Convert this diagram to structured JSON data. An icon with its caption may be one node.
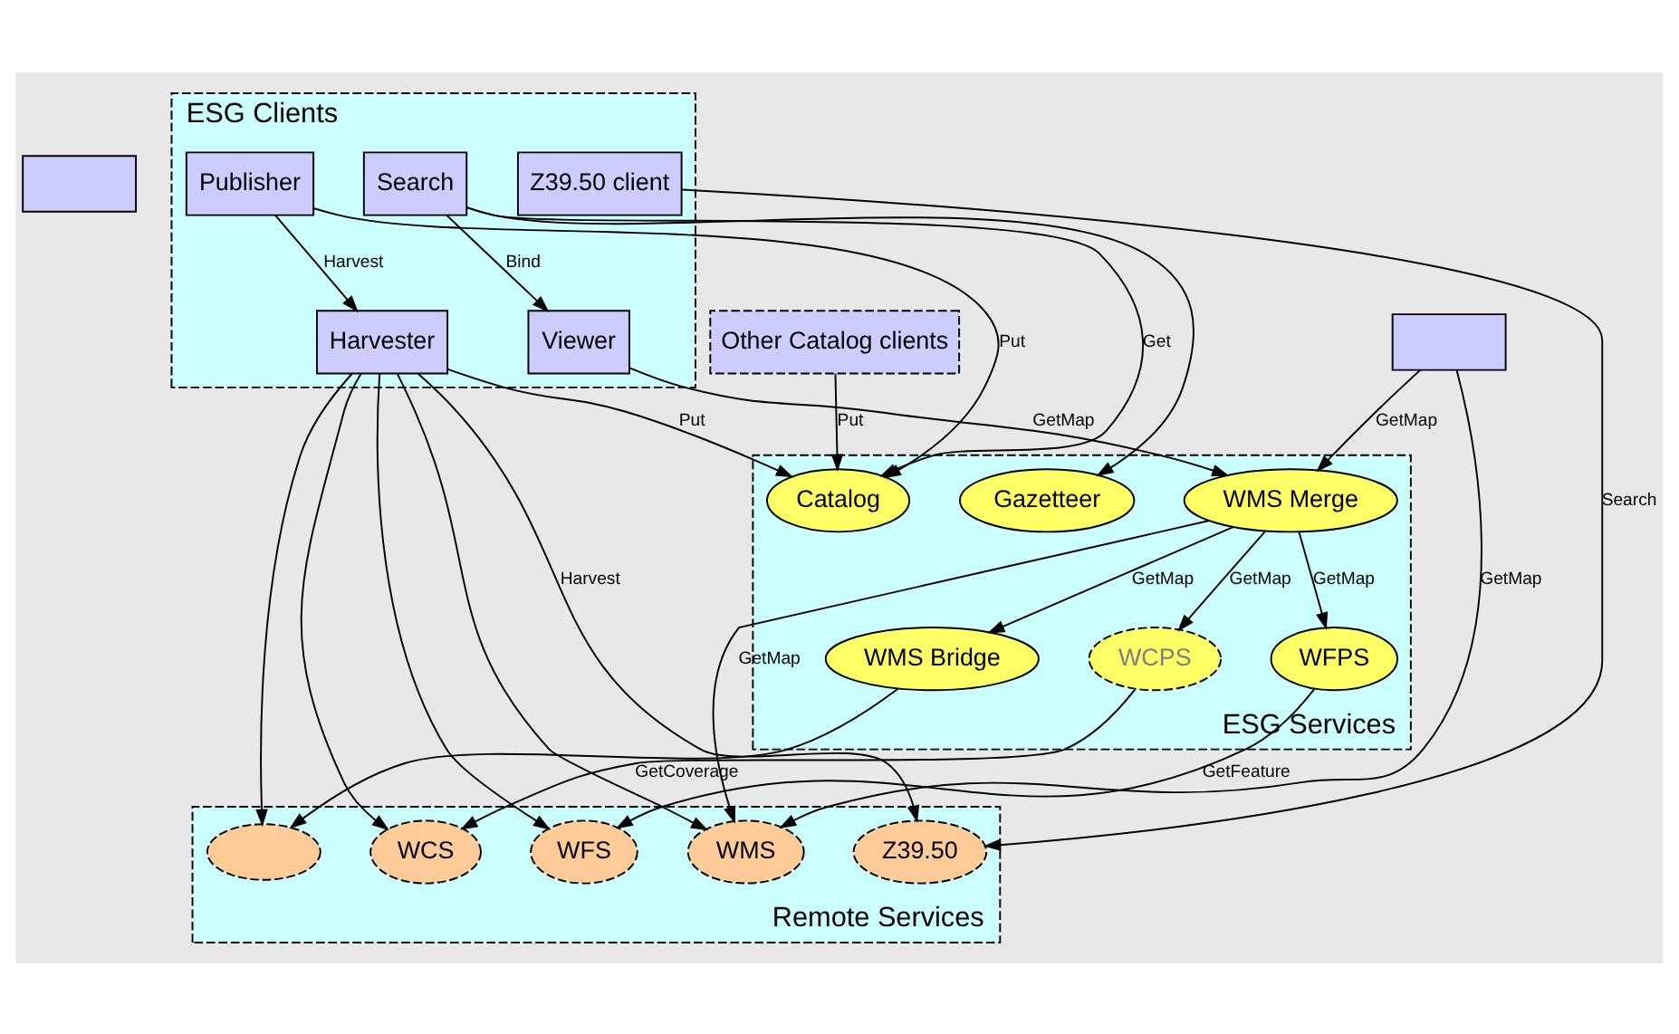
{
  "diagram": {
    "nodes": [
      {
        "text": [],
        "shape": "box"
      },
      {
        "text": [
          "ESG Clients"
        ]
      },
      {
        "text": [
          "Viewer"
        ],
        "in": 1
      },
      {
        "text": [
          "Search"
        ],
        "in": 1
      },
      {
        "text": [
          "Publisher"
        ],
        "in": 1
      },
      {
        "text": [
          "Z39.50 client"
        ],
        "in": 1
      },
      {
        "text": [
          "Harvester"
        ],
        "in": 1
      },
      {
        "text": [],
        "shape": "box"
      },
      {
        "text": [
          "Other Catalog clients"
        ]
      },
      {
        "text": [
          "ESG Services"
        ]
      },
      {
        "text": [
          "WMS Merge"
        ],
        "in": 9
      },
      {
        "text": [
          "Gazetteer"
        ],
        "in": 9
      },
      {
        "text": [
          "Catalog"
        ],
        "in": 9
      },
      {
        "text": [
          "WCPS"
        ],
        "in": 9
      },
      {
        "text": [
          "WFPS"
        ],
        "in": 9
      },
      {
        "text": [
          "WMS Bridge"
        ],
        "in": 9
      },
      {
        "text": [
          "Remote Services"
        ]
      },
      {
        "text": [
          "Z39.50"
        ],
        "in": 16
      },
      {
        "text": [
          "WCS"
        ],
        "in": 16
      },
      {
        "text": [
          "WFS"
        ],
        "in": 16
      },
      {
        "text": [],
        "shape": "cloud",
        "in": 16
      },
      {
        "text": [
          "WMS"
        ],
        "in": 16
      }
    ],
    "edges": [
      {
        "from": 3,
        "to": 2,
        "arrow": "to",
        "label": "Bind"
      },
      {
        "from": 4,
        "to": 6,
        "arrow": "to",
        "label": "Harvest"
      },
      {
        "from": 2,
        "to": 10,
        "arrow": "to",
        "label": "GetMap"
      },
      {
        "from": 7,
        "to": 10,
        "arrow": "to",
        "label": "GetMap"
      },
      {
        "from": 7,
        "to": 21,
        "arrow": "to",
        "label": "GetMap"
      },
      {
        "from": 10,
        "to": 21,
        "arrow": "to",
        "label": "GetMap"
      },
      {
        "from": 3,
        "to": 11,
        "arrow": "to"
      },
      {
        "from": 3,
        "to": 12,
        "arrow": "to",
        "label": "Get"
      },
      {
        "from": 4,
        "to": 12,
        "arrow": "to",
        "label": "Put"
      },
      {
        "from": 8,
        "to": 12,
        "arrow": "to",
        "label": "Put"
      },
      {
        "from": 6,
        "to": 12,
        "arrow": "to",
        "label": "Put"
      },
      {
        "from": 5,
        "to": 17,
        "arrow": "to",
        "label": "Search"
      },
      {
        "from": 10,
        "to": 13,
        "arrow": "to",
        "label": "GetMap"
      },
      {
        "from": 10,
        "to": 14,
        "arrow": "to",
        "label": "GetMap"
      },
      {
        "from": 10,
        "to": 15,
        "arrow": "to",
        "label": "GetMap"
      },
      {
        "from": 13,
        "to": 18,
        "arrow": "to",
        "label": "GetCoverage"
      },
      {
        "from": 14,
        "to": 19,
        "arrow": "to",
        "label": "GetFeature"
      },
      {
        "from": 15,
        "to": 20,
        "arrow": "to"
      },
      {
        "from": 6,
        "to": 17,
        "arrow": "to",
        "label": "Harvest"
      },
      {
        "from": 6,
        "to": 18,
        "arrow": "to"
      },
      {
        "from": 6,
        "to": 19,
        "arrow": "to"
      },
      {
        "from": 6,
        "to": 20,
        "arrow": "to"
      },
      {
        "from": 6,
        "to": 21,
        "arrow": "to"
      }
    ]
  }
}
